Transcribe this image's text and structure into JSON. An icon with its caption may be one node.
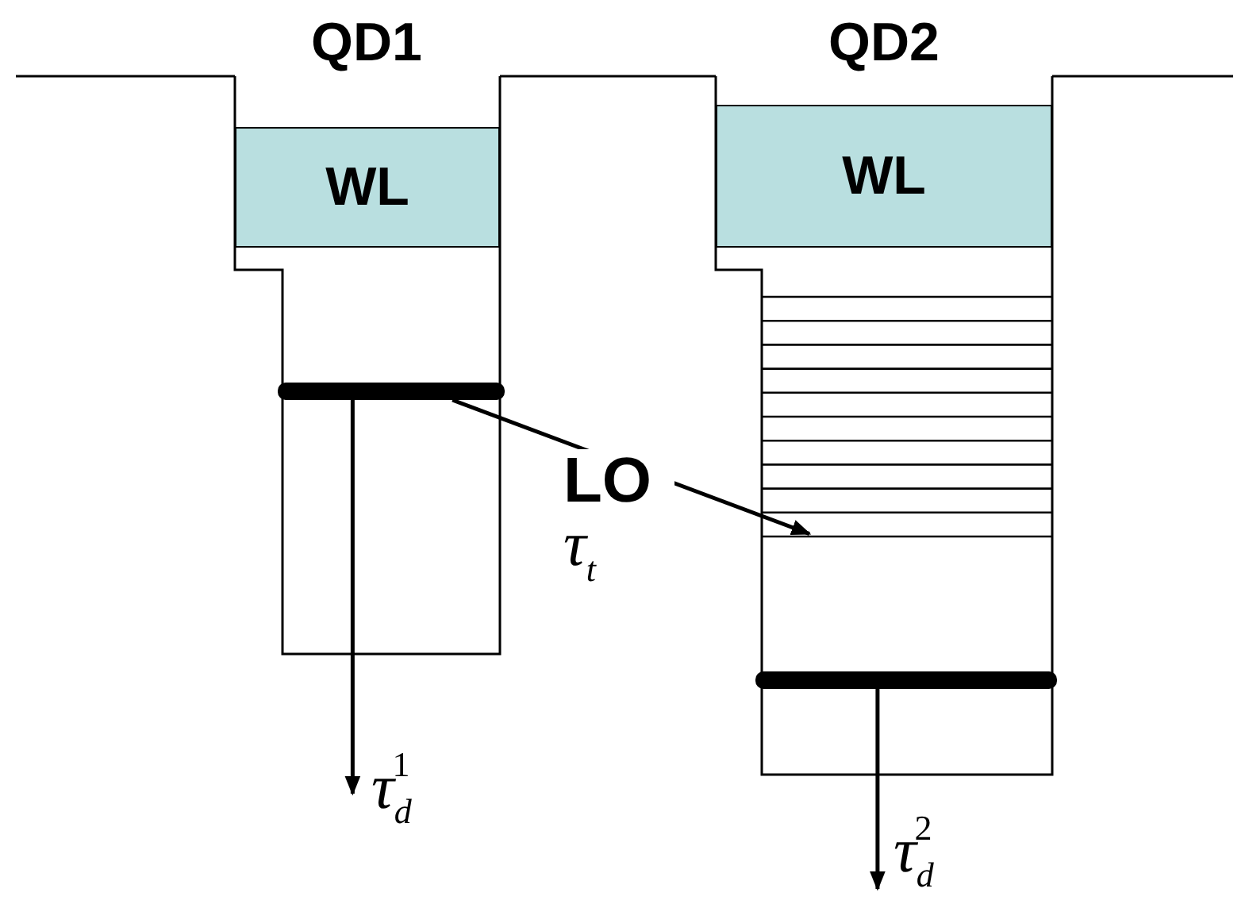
{
  "diagram": {
    "nodes": [
      {
        "text": [
          "QD1"
        ]
      },
      {
        "text": [
          "WL"
        ],
        "in": 0
      },
      {
        "text": [],
        "shape": "bar",
        "in": 0
      },
      {
        "text": [
          "QD2"
        ]
      },
      {
        "text": [
          "WL"
        ],
        "in": 3
      },
      {
        "text": [],
        "shape": "box",
        "in": 3
      },
      {
        "text": [],
        "shape": "bar",
        "in": 3
      }
    ],
    "edges": [
      {
        "from": 2,
        "to": 5,
        "arrow": "to",
        "label": "**LO** *τ*$_{t}$"
      },
      {
        "from": 2,
        "to": null,
        "arrow": "to",
        "label": "*τ*$_{d}$$^{1}$"
      },
      {
        "from": 6,
        "to": null,
        "arrow": "to",
        "label": "*τ*$_{d}$$^{2}$"
      }
    ]
  }
}
